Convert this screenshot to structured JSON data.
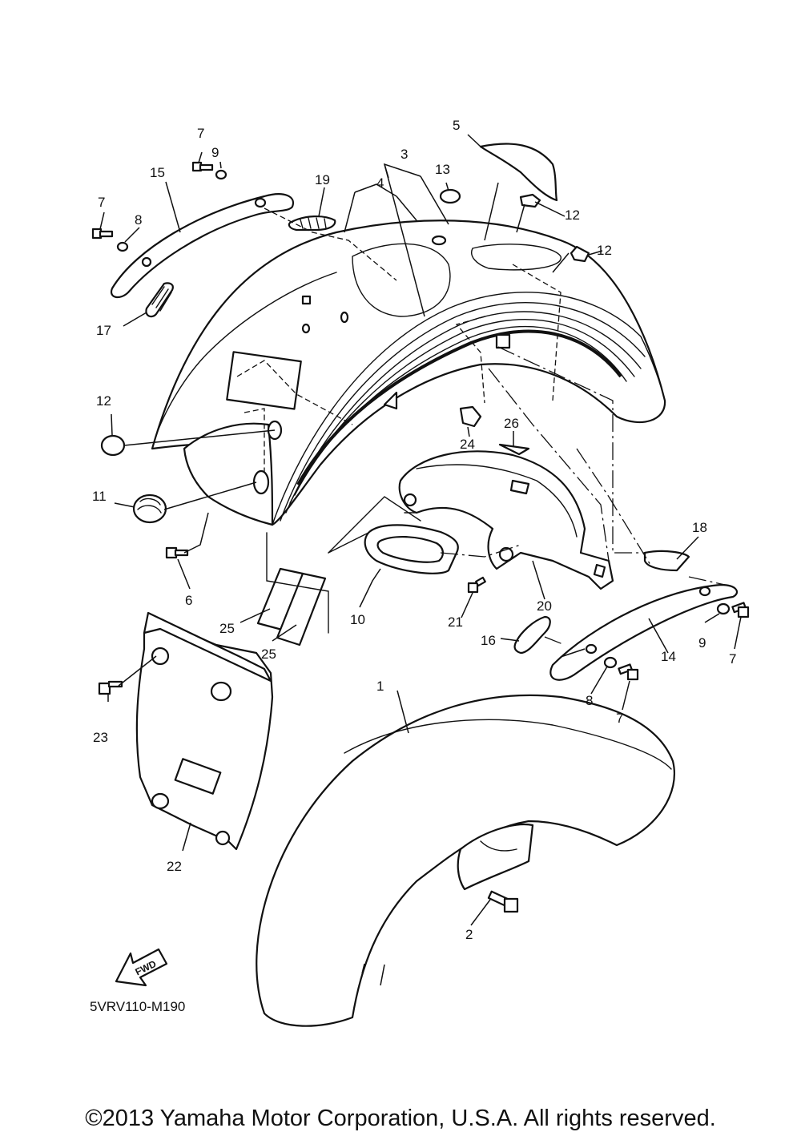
{
  "diagram": {
    "reference_code": "5VRV110-M190",
    "fwd_label": "FWD",
    "callouts": [
      {
        "id": "c1",
        "label": "1"
      },
      {
        "id": "c2",
        "label": "2"
      },
      {
        "id": "c3",
        "label": "3"
      },
      {
        "id": "c4",
        "label": "4"
      },
      {
        "id": "c5",
        "label": "5"
      },
      {
        "id": "c6",
        "label": "6"
      },
      {
        "id": "c7a",
        "label": "7"
      },
      {
        "id": "c7b",
        "label": "7"
      },
      {
        "id": "c7c",
        "label": "7"
      },
      {
        "id": "c7d",
        "label": "7"
      },
      {
        "id": "c8a",
        "label": "8"
      },
      {
        "id": "c8b",
        "label": "8"
      },
      {
        "id": "c9a",
        "label": "9"
      },
      {
        "id": "c9b",
        "label": "9"
      },
      {
        "id": "c10",
        "label": "10"
      },
      {
        "id": "c11",
        "label": "11"
      },
      {
        "id": "c12a",
        "label": "12"
      },
      {
        "id": "c12b",
        "label": "12"
      },
      {
        "id": "c12c",
        "label": "12"
      },
      {
        "id": "c13",
        "label": "13"
      },
      {
        "id": "c14",
        "label": "14"
      },
      {
        "id": "c15",
        "label": "15"
      },
      {
        "id": "c16",
        "label": "16"
      },
      {
        "id": "c17",
        "label": "17"
      },
      {
        "id": "c18",
        "label": "18"
      },
      {
        "id": "c19",
        "label": "19"
      },
      {
        "id": "c20",
        "label": "20"
      },
      {
        "id": "c21",
        "label": "21"
      },
      {
        "id": "c22",
        "label": "22"
      },
      {
        "id": "c23",
        "label": "23"
      },
      {
        "id": "c24",
        "label": "24"
      },
      {
        "id": "c25a",
        "label": "25"
      },
      {
        "id": "c25b",
        "label": "25"
      },
      {
        "id": "c26",
        "label": "26"
      }
    ]
  },
  "footer": {
    "copyright": "©2013 Yamaha Motor Corporation, U.S.A. All rights reserved."
  }
}
